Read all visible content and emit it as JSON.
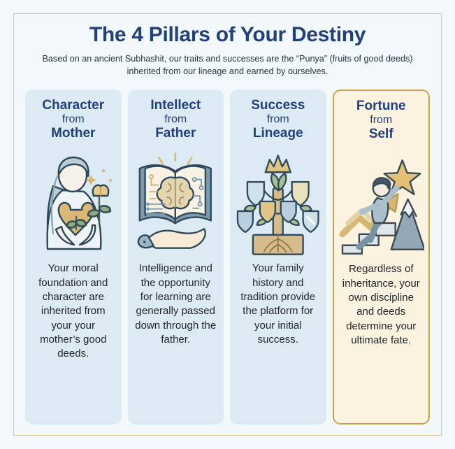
{
  "poster": {
    "title": "The 4 Pillars of Your Destiny",
    "subtitle": "Based on an ancient Subhashit, our traits and successes are the “Punya” (fruits of good deeds) inherited from our lineage and earned by ourselves.",
    "colors": {
      "page_background": "#f3f8fb",
      "frame_gold": "#d6c89a",
      "card_background": "#dceaf3",
      "highlight_background": "#fbf3e0",
      "highlight_border": "#c9a44c",
      "heading_navy": "#21407c",
      "body_text": "#22262b",
      "accent_gold": "#d4b36a",
      "accent_slate": "#7d9bb0"
    }
  },
  "pillars": [
    {
      "id": "character",
      "title": "Character",
      "connector": "from",
      "source": "Mother",
      "icon": "mother-holding-heart-sprout-icon",
      "body": "Your moral foundation and character are inherited from your your mother’s good deeds.",
      "highlight": false
    },
    {
      "id": "intellect",
      "title": "Intellect",
      "connector": "from",
      "source": "Father",
      "icon": "open-book-brain-on-hand-icon",
      "body": "Intelligence and the opportunity for learning are generally passed down through the father.",
      "highlight": false
    },
    {
      "id": "success",
      "title": "Success",
      "connector": "from",
      "source": "Lineage",
      "icon": "family-tree-crown-shields-icon",
      "body": "Your family history and tradition provide the platform for your initial success.",
      "highlight": false
    },
    {
      "id": "fortune",
      "title": "Fortune",
      "connector": "from",
      "source": "Self",
      "icon": "person-climbing-stairs-to-star-icon",
      "body": "Regardless of inheritance, your own discipline and deeds determine your ultimate fate.",
      "highlight": true
    }
  ]
}
